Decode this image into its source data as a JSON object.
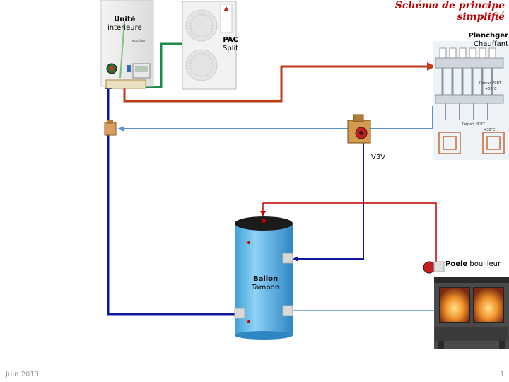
{
  "title": {
    "line1": "Schéma de principe",
    "line2": "simplifié"
  },
  "units": {
    "indoor": {
      "line1": "Unité",
      "line2": "interieure",
      "brand": "ecodan"
    },
    "pac": {
      "line1": "PAC",
      "line2": "Split"
    },
    "floor": {
      "line1": "Planchger",
      "line2": "Chauffant",
      "return_label": "Retour PCBT",
      "return_temp": "+35°C",
      "supply_label": "Départ PCBT",
      "supply_temp": "+38°C"
    },
    "v3v": {
      "label": "V3V"
    },
    "tank": {
      "line1": "Ballon",
      "line2": "Tampon"
    },
    "stove": {
      "bold": "Poele",
      "normal": "bouilleur"
    }
  },
  "footer": {
    "date": "Juin 2013",
    "page": "1"
  },
  "colors": {
    "supply_red": "#c0391a",
    "loop_red": "#c00000",
    "return_blue": "#5b8fd6",
    "dark_blue": "#10189a",
    "pac_green": "#1e8a4a",
    "tank_blue": "#5bb8ea",
    "title_red": "#c00000"
  }
}
